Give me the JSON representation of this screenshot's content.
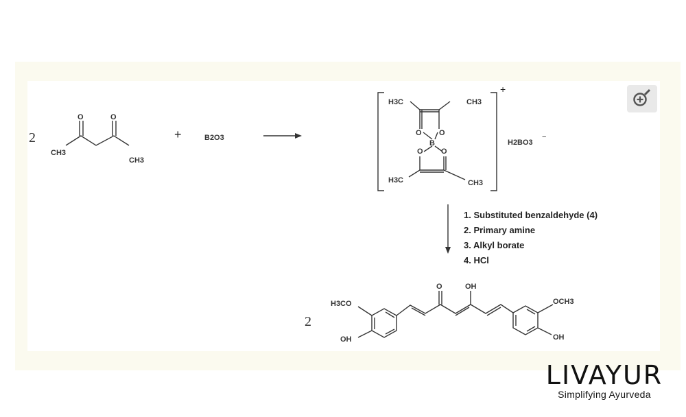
{
  "reaction": {
    "reactant_coefficient": "2",
    "reactant_atoms": [
      "O",
      "O",
      "CH3",
      "CH3"
    ],
    "plus_sign": "+",
    "reagent": "B2O3",
    "complex_atoms": [
      "H3C",
      "CH3",
      "O",
      "B",
      "O",
      "O",
      "O",
      "H3C",
      "CH3"
    ],
    "complex_charge": "+",
    "counterion": "H2BO3",
    "counterion_charge": "−",
    "steps": [
      "1. Substituted benzaldehyde (4)",
      "2. Primary amine",
      "3. Alkyl borate",
      "4. HCl"
    ],
    "product_coefficient": "2",
    "product_atoms": [
      "O",
      "OH",
      "H3CO",
      "OH",
      "OCH3",
      "OH"
    ]
  },
  "icons": {
    "zoom": "zoom-in-icon"
  },
  "brand": {
    "name": "LIVAYUR",
    "tagline": "Simplifying Ayurveda"
  }
}
